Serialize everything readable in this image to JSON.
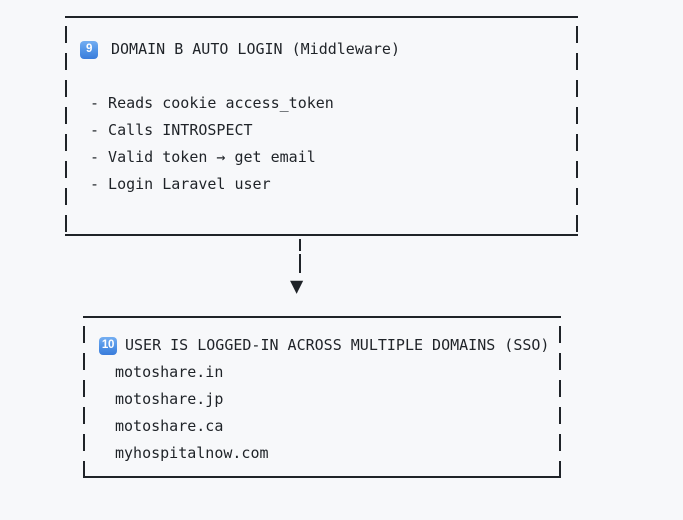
{
  "page": {
    "background_color": "#f7f8fa",
    "ink_color": "#1f2328"
  },
  "badge_style": {
    "gradient_top": "#74aef2",
    "gradient_bottom": "#3a7cdb",
    "text_color": "#ffffff"
  },
  "diagram": {
    "step9_box": {
      "badge": "9",
      "title": "DOMAIN B AUTO LOGIN (Middleware)",
      "items": [
        "- Reads cookie access_token",
        "- Calls INTROSPECT",
        "- Valid token → get email",
        "- Login Laravel user"
      ]
    },
    "arrow": {
      "head_glyph": "▼"
    },
    "step10_box": {
      "badge": "10",
      "title": "USER IS LOGGED-IN ACROSS MULTIPLE DOMAINS (SSO)",
      "domains": [
        "motoshare.in",
        "motoshare.jp",
        "motoshare.ca",
        "myhospitalnow.com"
      ]
    }
  }
}
